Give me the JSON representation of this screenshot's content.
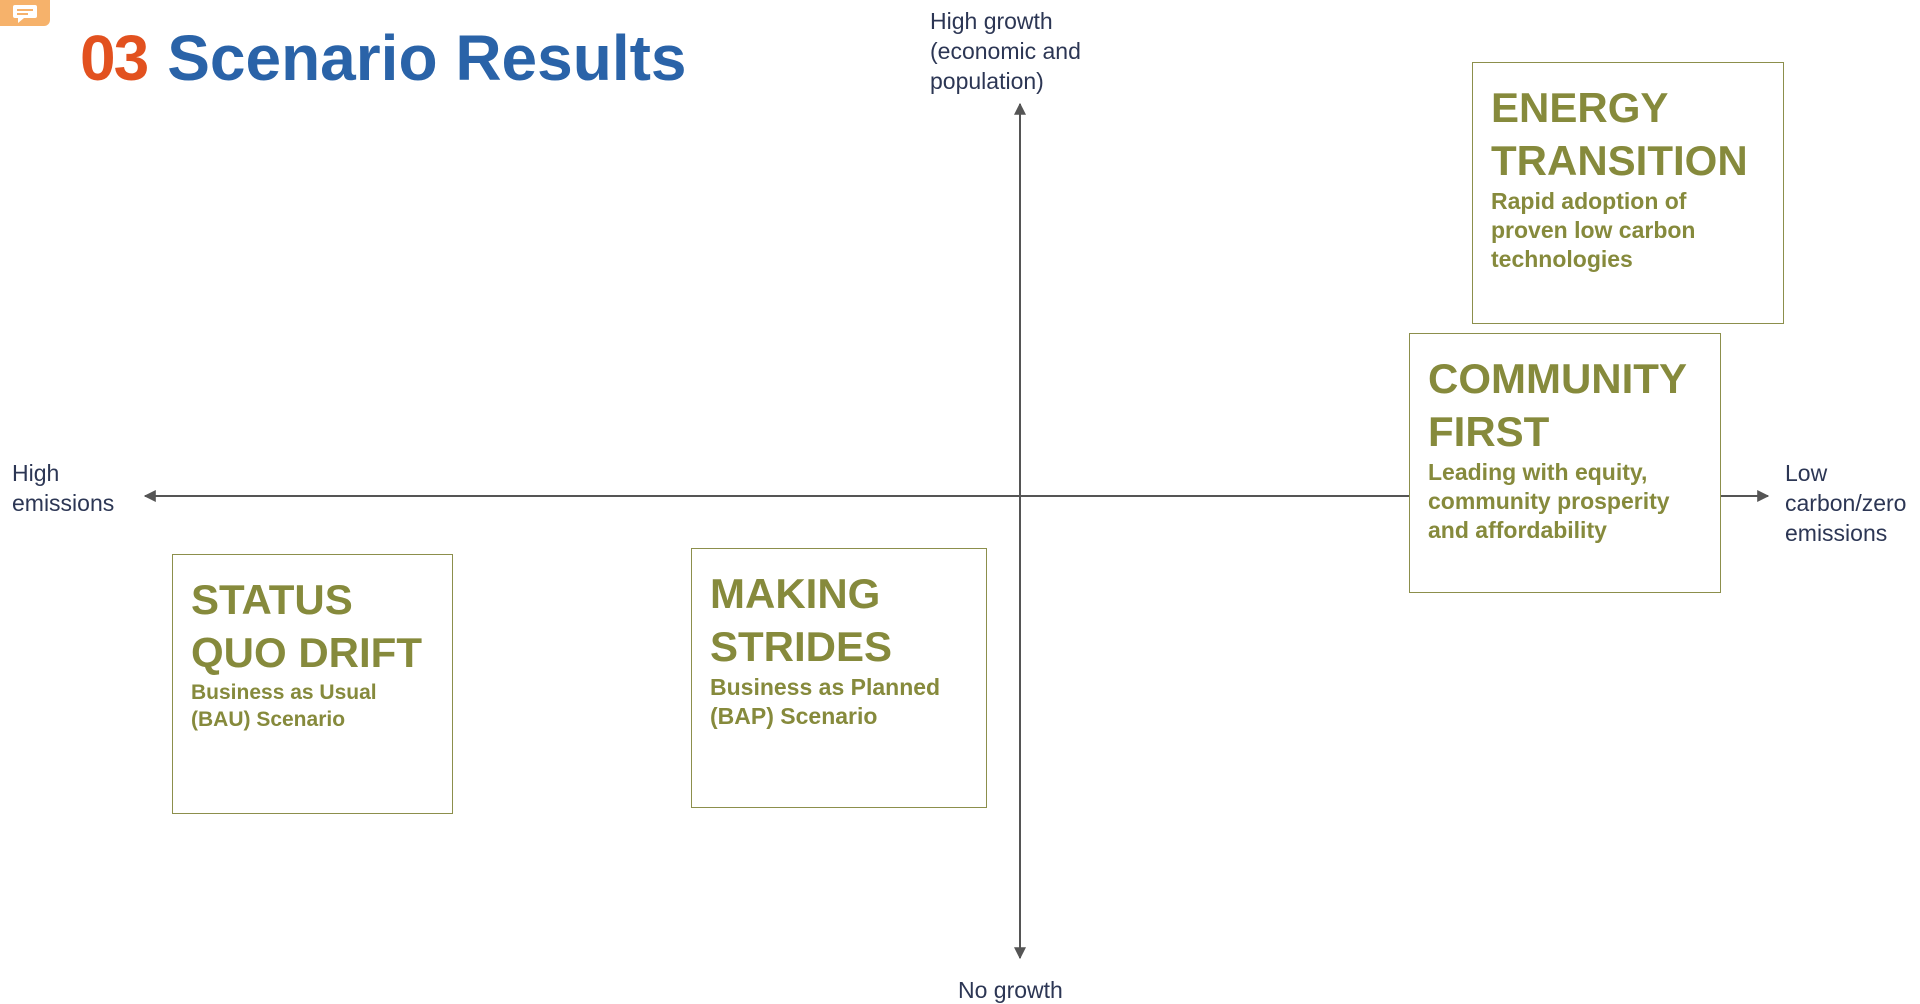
{
  "header": {
    "number": "03",
    "title": "Scenario Results"
  },
  "axes": {
    "top": "High growth (economic and population)",
    "bottom": "No growth",
    "left": "High emissions",
    "right": "Low carbon/zero emissions"
  },
  "scenarios": [
    {
      "title": "ENERGY TRANSITION",
      "description": "Rapid adoption of proven low carbon technologies"
    },
    {
      "title": "COMMUNITY FIRST",
      "description": "Leading with equity, community prosperity and affordability"
    },
    {
      "title": "STATUS QUO DRIFT",
      "description": "Business as Usual (BAU) Scenario"
    },
    {
      "title": "MAKING STRIDES",
      "description": "Business as Planned (BAP) Scenario"
    }
  ],
  "colors": {
    "number": "#e2511f",
    "title": "#2a63a8",
    "axis_text": "#2c3654",
    "box": "#868a3c",
    "axis_line": "#555555"
  },
  "icons": {
    "comment": "comment-icon"
  }
}
